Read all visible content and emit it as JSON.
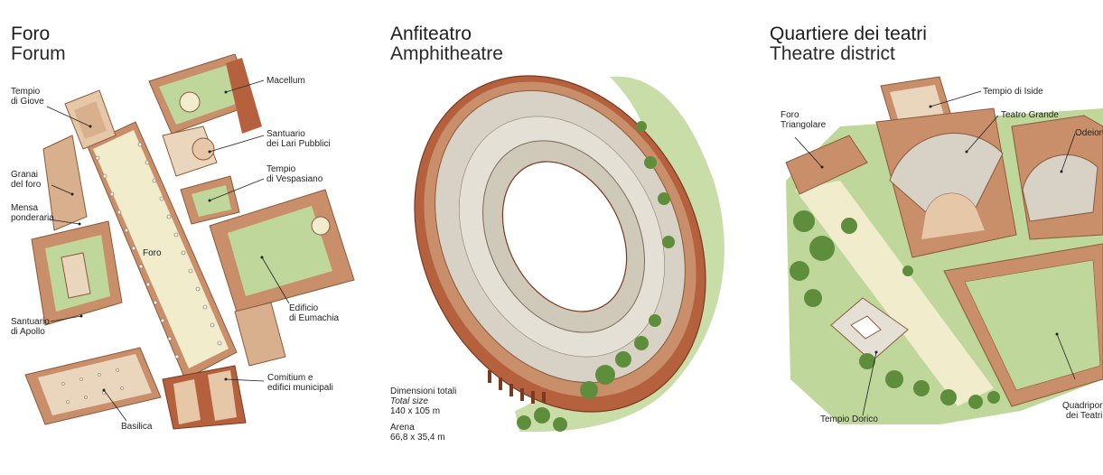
{
  "forum": {
    "title_it": "Foro",
    "title_en": "Forum",
    "labels": {
      "macellum": "Macellum",
      "tempio_giove_1": "Tempio",
      "tempio_giove_2": "di Giove",
      "lari_1": "Santuario",
      "lari_2": "dei Lari Pubblici",
      "vespasiano_1": "Tempio",
      "vespasiano_2": "di Vespasiano",
      "granai_1": "Granai",
      "granai_2": "del foro",
      "mensa_1": "Mensa",
      "mensa_2": "ponderaria",
      "foro": "Foro",
      "eumachia_1": "Edificio",
      "eumachia_2": "di Eumachia",
      "apollo_1": "Santuario",
      "apollo_2": "di Apollo",
      "comitium_1": "Comitium e",
      "comitium_2": "edifici municipali",
      "basilica": "Basilica"
    }
  },
  "amphitheatre": {
    "title_it": "Anfiteatro",
    "title_en": "Amphitheatre",
    "dims": {
      "total_label": "Dimensioni totali",
      "total_label_en": "Total size",
      "total_value": "140 x 105 m",
      "arena_label": "Arena",
      "arena_value": "66,8 x 35,4 m"
    }
  },
  "theatres": {
    "title_it": "Quartiere dei teatri",
    "title_en": "Theatre district",
    "labels": {
      "iside": "Tempio di Iside",
      "foro_tri_1": "Foro",
      "foro_tri_2": "Triangolare",
      "teatro_grande": "Teatro Grande",
      "odeion": "Odeion",
      "dorico": "Tempio Dorico",
      "quadriportico_1": "Quadriportico",
      "quadriportico_2": "dei Teatri"
    }
  },
  "colors": {
    "stone": "#c98f6a",
    "brick": "#b5613e",
    "plaza": "#f1eccb",
    "lawn": "#bfd79a",
    "tree": "#5e8e3c",
    "tiers": "#d7d2c5"
  }
}
